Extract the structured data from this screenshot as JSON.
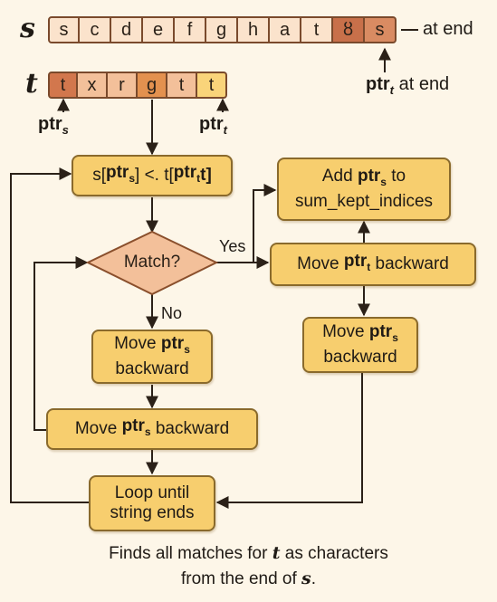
{
  "sequences": {
    "s": {
      "label": "s",
      "chars": [
        "s",
        "c",
        "d",
        "e",
        "f",
        "g",
        "h",
        "a",
        "t",
        "ȣ",
        "s"
      ],
      "colors": [
        "#fbe3cc",
        "#fbe3cc",
        "#fbe3cc",
        "#fbe3cc",
        "#fbe3cc",
        "#fbe3cc",
        "#fbe3cc",
        "#fbe3cc",
        "#fbe3cc",
        "#c8704a",
        "#d98b62"
      ],
      "end_note": "at end"
    },
    "t": {
      "label": "t",
      "chars": [
        "t",
        "x",
        "r",
        "g",
        "t",
        "t"
      ],
      "colors": [
        "#d2774d",
        "#f3c09a",
        "#f3c09a",
        "#e3914f",
        "#f3c09a",
        "#f9d47a"
      ]
    }
  },
  "pointers": {
    "ptr_s": {
      "base": "ptr",
      "sub": "s"
    },
    "ptr_t": {
      "base": "ptr",
      "sub": "t"
    },
    "ptr_t_end": {
      "base": "ptr",
      "sub": "t",
      "note": "at end"
    }
  },
  "flow": {
    "compare": {
      "pre": "s[",
      "p1": "ptr",
      "p1_sub": "s",
      "mid": "] <. t[",
      "p2": "ptr",
      "p2_sub": "t",
      "post": "t]"
    },
    "decision": "Match?",
    "yes_label": "Yes",
    "no_label": "No",
    "add": {
      "line1_pre": "Add ",
      "ptr": "ptr",
      "ptr_sub": "s",
      "line1_post": " to",
      "line2": "sum_kept_indices"
    },
    "move_t": {
      "pre": "Move ",
      "ptr": "ptr",
      "ptr_sub": "t",
      "post": " backward"
    },
    "move_s_right": {
      "line1_pre": "Move ",
      "ptr": "ptr",
      "ptr_sub": "s",
      "line2": "backward"
    },
    "move_s_no": {
      "line1_pre": "Move ",
      "ptr": "ptr",
      "ptr_sub": "s",
      "line2": "backward"
    },
    "move_s_wide": {
      "pre": "Move ",
      "ptr": "ptr",
      "ptr_sub": "s",
      "post": " backward"
    },
    "loop": {
      "line1": "Loop until",
      "line2": "string ends"
    }
  },
  "caption": {
    "line1_pre": "Finds all matches for ",
    "line1_em": "t",
    "line1_post": " as characters",
    "line2_pre": "from the end of ",
    "line2_em": "s",
    "line2_post": "."
  },
  "colors": {
    "box_fill": "#f7ce6e",
    "decision_fill": "#f3c09a",
    "line": "#2b2118",
    "background": "#fdf6e8"
  }
}
